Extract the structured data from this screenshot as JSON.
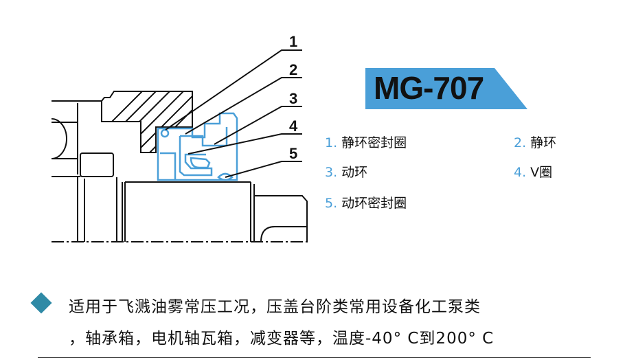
{
  "title": "MG-707",
  "colors": {
    "accent": "#4a9fd8",
    "diamond": "#2f8aa6"
  },
  "callouts": [
    "1",
    "2",
    "3",
    "4",
    "5"
  ],
  "legend": [
    {
      "num": "1.",
      "label": "静环密封圈"
    },
    {
      "num": "2.",
      "label": "静环"
    },
    {
      "num": "3.",
      "label": "动环"
    },
    {
      "num": "4.",
      "label": "V圈"
    },
    {
      "num": "5.",
      "label": "动环密封圈"
    }
  ],
  "description": {
    "line1": "适用于飞溅油雾常压工况，压盖台阶类常用设备化工泵类",
    "line2": "，轴承箱，电机轴瓦箱，减变器等，温度-40° C到200° C"
  }
}
